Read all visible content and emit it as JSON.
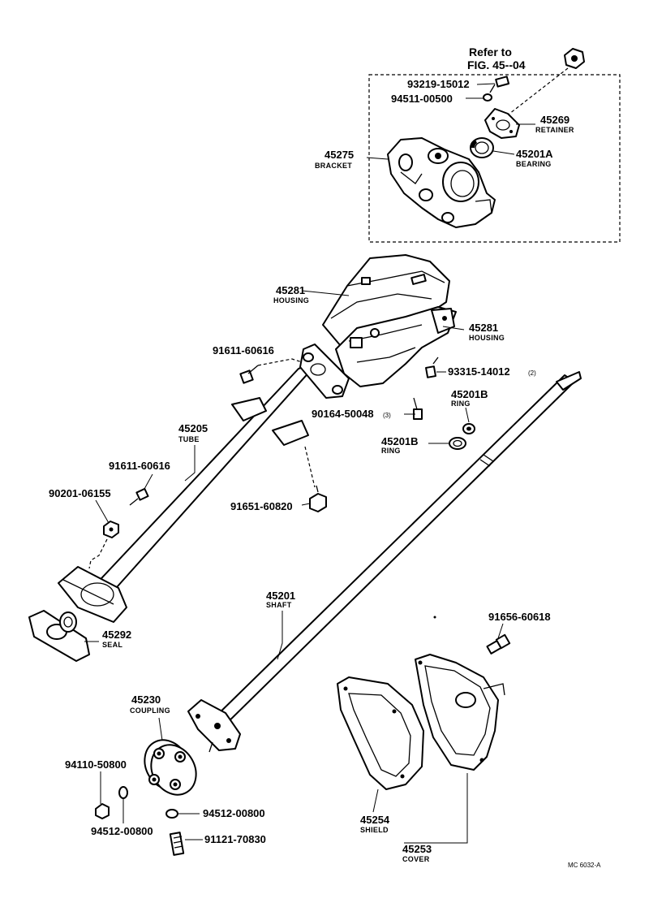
{
  "labels": {
    "refer_line1": "Refer to",
    "refer_line2": "FIG. 45--04",
    "p93219": "93219-15012",
    "p94511": "94511-00500",
    "p45269": "45269",
    "p45269_name": "RETAINER",
    "p45275": "45275",
    "p45275_name": "BRACKET",
    "p45201a": "45201A",
    "p45201a_name": "BEARING",
    "p45281a": "45281",
    "p45281a_name": "HOUSING",
    "p45281b": "45281",
    "p45281b_name": "HOUSING",
    "p91611a": "91611-60616",
    "p93315": "93315-14012",
    "p93315_qty": "(2)",
    "p45201b_top": "45201B",
    "p45201b_top_name": "RING",
    "p90164": "90164-50048",
    "p90164_qty": "(3)",
    "p45201b_bot": "45201B",
    "p45201b_bot_name": "RING",
    "p45205": "45205",
    "p45205_name": "TUBE",
    "p91611b": "91611-60616",
    "p90201": "90201-06155",
    "p91651": "91651-60820",
    "p45292": "45292",
    "p45292_name": "SEAL",
    "p45201": "45201",
    "p45201_name": "SHAFT",
    "p91656": "91656-60618",
    "p45230": "45230",
    "p45230_name": "COUPLING",
    "p94110": "94110-50800",
    "p94512a": "94512-00800",
    "p94512b": "94512-00800",
    "p91121": "91121-70830",
    "p45254": "45254",
    "p45254_name": "SHIELD",
    "p45253": "45253",
    "p45253_name": "COVER",
    "code": "MC 6032-A"
  }
}
